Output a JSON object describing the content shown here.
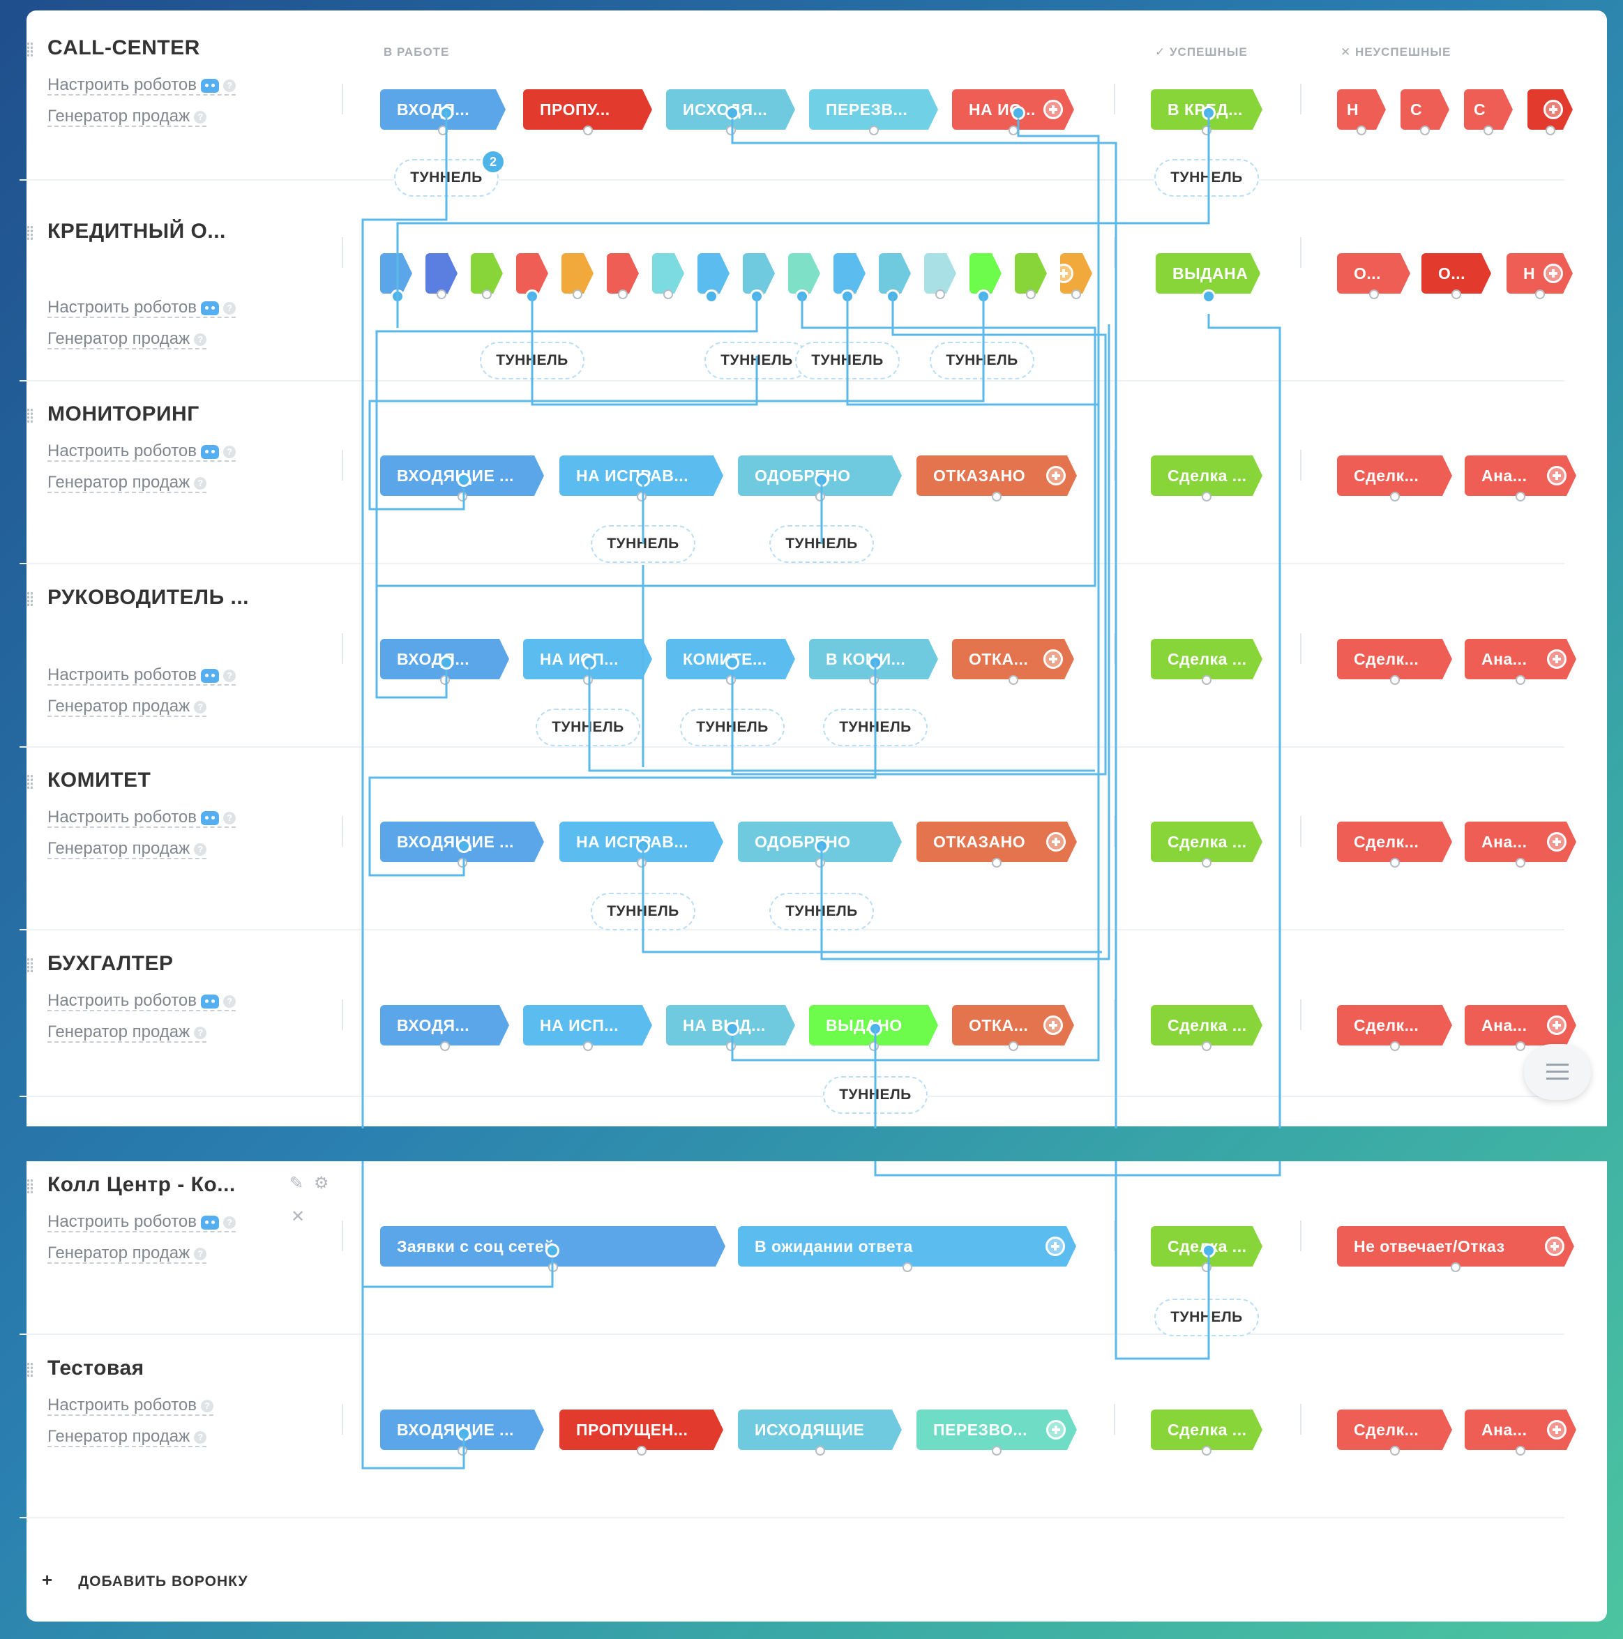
{
  "columns": {
    "in_work": "В РАБОТЕ",
    "success": "УСПЕШНЫЕ",
    "fail": "НЕУСПЕШНЫЕ"
  },
  "links": {
    "robots": "Настроить роботов",
    "generator": "Генератор продаж"
  },
  "tunnel_label": "ТУННЕЛЬ",
  "tunnel_badge": "2",
  "add_pipeline": "ДОБАВИТЬ ВОРОНКУ",
  "pipelines": [
    {
      "title": "CALL-CENTER",
      "work": [
        "ВХОДЯ...",
        "ПРОПУ...",
        "ИСХОДЯ...",
        "ПЕРЕЗВ...",
        "НА ИС..."
      ],
      "success": [
        "В КРЕД..."
      ],
      "fail": [
        "Н",
        "С",
        "С",
        ""
      ]
    },
    {
      "title": "КРЕДИТНЫЙ О...",
      "work": [],
      "success": [
        "ВЫДАНА"
      ],
      "fail": [
        "О...",
        "О...",
        "Н"
      ]
    },
    {
      "title": "МОНИТОРИНГ",
      "work": [
        "ВХОДЯЩИЕ ...",
        "НА ИСПРАВ...",
        "ОДОБРЕНО",
        "ОТКАЗАНО"
      ],
      "success": [
        "Сделка ..."
      ],
      "fail": [
        "Сделк...",
        "Ана..."
      ]
    },
    {
      "title": "РУКОВОДИТЕЛЬ ...",
      "work": [
        "ВХОДЯ...",
        "НА ИСП...",
        "КОМИТЕ...",
        "В КОМИ...",
        "ОТКА..."
      ],
      "success": [
        "Сделка ..."
      ],
      "fail": [
        "Сделк...",
        "Ана..."
      ]
    },
    {
      "title": "КОМИТЕТ",
      "work": [
        "ВХОДЯЩИЕ ...",
        "НА ИСПРАВ...",
        "ОДОБРЕНО",
        "ОТКАЗАНО"
      ],
      "success": [
        "Сделка ..."
      ],
      "fail": [
        "Сделк...",
        "Ана..."
      ]
    },
    {
      "title": "БУХГАЛТЕР",
      "work": [
        "ВХОДЯ...",
        "НА ИСП...",
        "НА ВЫД...",
        "ВЫДАНО",
        "ОТКА..."
      ],
      "success": [
        "Сделка ..."
      ],
      "fail": [
        "Сделк...",
        "Ана..."
      ]
    },
    {
      "title": "Колл Центр - Ко...",
      "work": [
        "Заявки с соц сетей",
        "В ожидании ответа"
      ],
      "success": [
        "Сделка ..."
      ],
      "fail": [
        "Не отвечает/Отказ"
      ]
    },
    {
      "title": "Тестовая",
      "work": [
        "ВХОДЯЩИЕ ...",
        "ПРОПУЩЕН...",
        "ИСХОДЯЩИЕ",
        "ПЕРЕЗВО..."
      ],
      "success": [
        "Сделка ..."
      ],
      "fail": [
        "Сделк...",
        "Ана..."
      ]
    }
  ],
  "colors": {
    "blue": "#5aa6e8",
    "light_blue": "#5bbcf0",
    "cyan": "#6fcae0",
    "red": "#e23b2e",
    "coral": "#ef5e55",
    "green": "#88d53a",
    "orange": "#e4744e",
    "teal": "#6fddc6",
    "lime": "#6dfb4c",
    "line": "#4db4ea"
  }
}
